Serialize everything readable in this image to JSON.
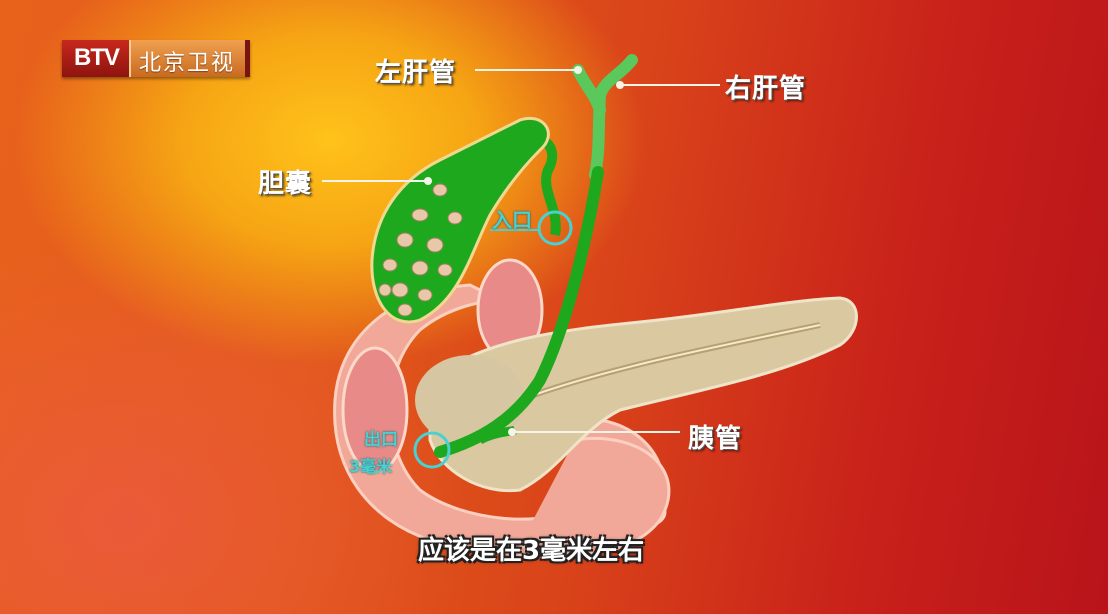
{
  "channel_logo": {
    "brand": "BTV",
    "name": "北京卫视"
  },
  "labels": {
    "left_hepatic_duct": "左肝管",
    "right_hepatic_duct": "右肝管",
    "gallbladder": "胆囊",
    "inlet": "入口",
    "outlet": "出口",
    "outlet_size": "3毫米",
    "pancreatic_duct": "胰管"
  },
  "subtitle": "应该是在3毫米左右",
  "colors": {
    "bile_duct": "#1ea81e",
    "highlight_circle": "#4ad0d0",
    "pancreas": "#d8c49a",
    "duodenum": "#f0a090"
  }
}
